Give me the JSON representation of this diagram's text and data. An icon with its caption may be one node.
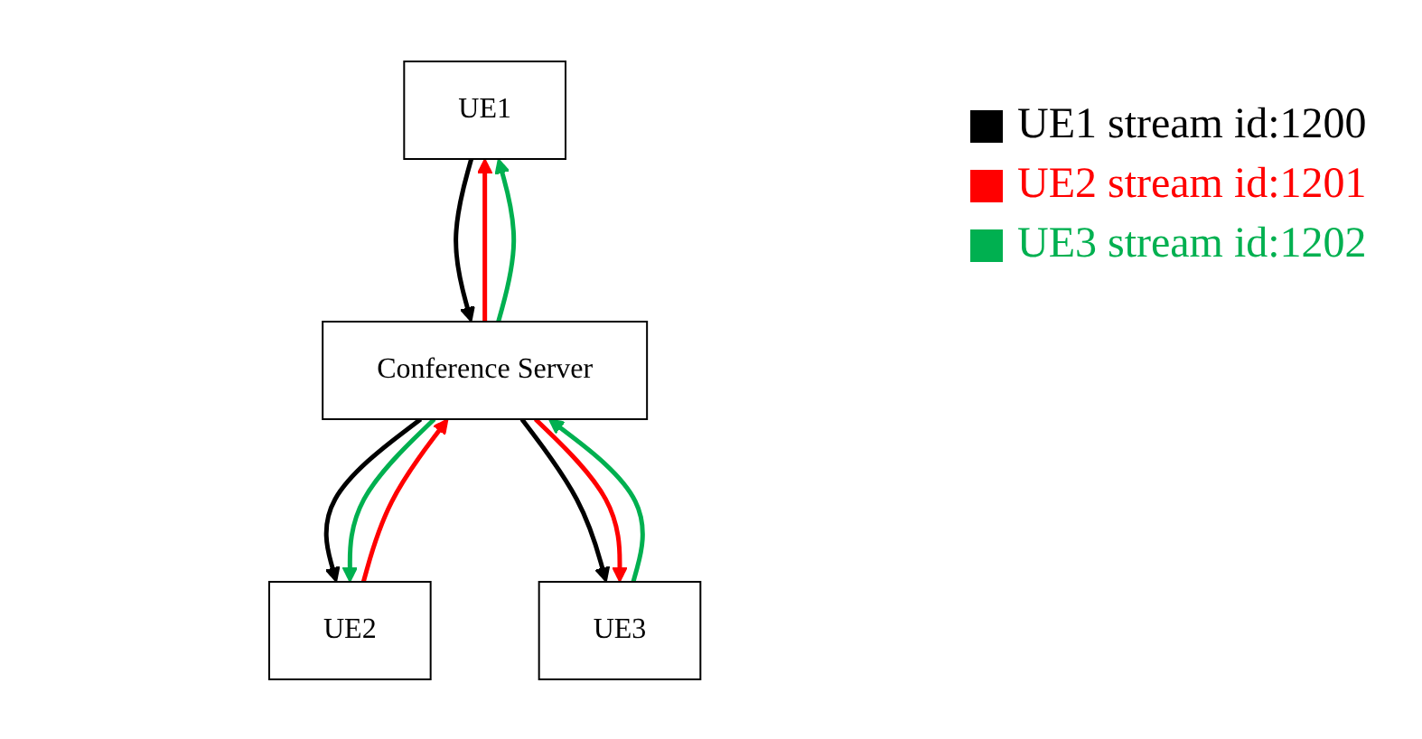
{
  "diagram": {
    "nodes": [
      {
        "text": [
          "UE1"
        ]
      },
      {
        "text": [
          "Conference Server"
        ]
      },
      {
        "text": [
          "UE2"
        ]
      },
      {
        "text": [
          "UE3"
        ]
      }
    ],
    "edges": [
      {
        "from": 0,
        "to": 1,
        "arrow": "to",
        "color": "#000000"
      },
      {
        "from": 1,
        "to": 0,
        "arrow": "to",
        "color": "#ff0000"
      },
      {
        "from": 1,
        "to": 0,
        "arrow": "to",
        "color": "#00b050"
      },
      {
        "from": 1,
        "to": 2,
        "arrow": "to",
        "color": "#000000"
      },
      {
        "from": 1,
        "to": 2,
        "arrow": "to",
        "color": "#00b050"
      },
      {
        "from": 2,
        "to": 1,
        "arrow": "to",
        "color": "#ff0000"
      },
      {
        "from": 1,
        "to": 3,
        "arrow": "to",
        "color": "#000000"
      },
      {
        "from": 1,
        "to": 3,
        "arrow": "to",
        "color": "#ff0000"
      },
      {
        "from": 3,
        "to": 1,
        "arrow": "to",
        "color": "#00b050"
      }
    ],
    "legend": [
      {
        "text": "UE1 stream id:1200",
        "color": "#000000"
      },
      {
        "text": "UE2 stream id:1201",
        "color": "#ff0000"
      },
      {
        "text": "UE3 stream id:1202",
        "color": "#00b050"
      }
    ]
  }
}
